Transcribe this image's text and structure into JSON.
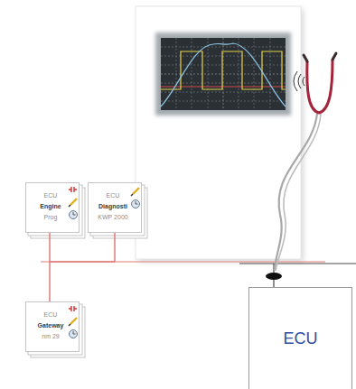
{
  "diagram": {
    "nodes": [
      {
        "text": [
          "ECU",
          "Engine",
          "Prog"
        ]
      },
      {
        "text": [
          "ECU",
          "Diagnosti",
          "KWP 2000"
        ]
      },
      {
        "text": [
          "ECU",
          "Gateway",
          "nm 29"
        ]
      },
      {
        "text": [
          "ECU"
        ]
      }
    ],
    "edges": [
      {
        "from": 0,
        "to": 2,
        "arrow": "none"
      },
      {
        "from": 1,
        "to": 2,
        "arrow": "none"
      },
      {
        "from": 0,
        "to": 1,
        "arrow": "none"
      }
    ]
  }
}
